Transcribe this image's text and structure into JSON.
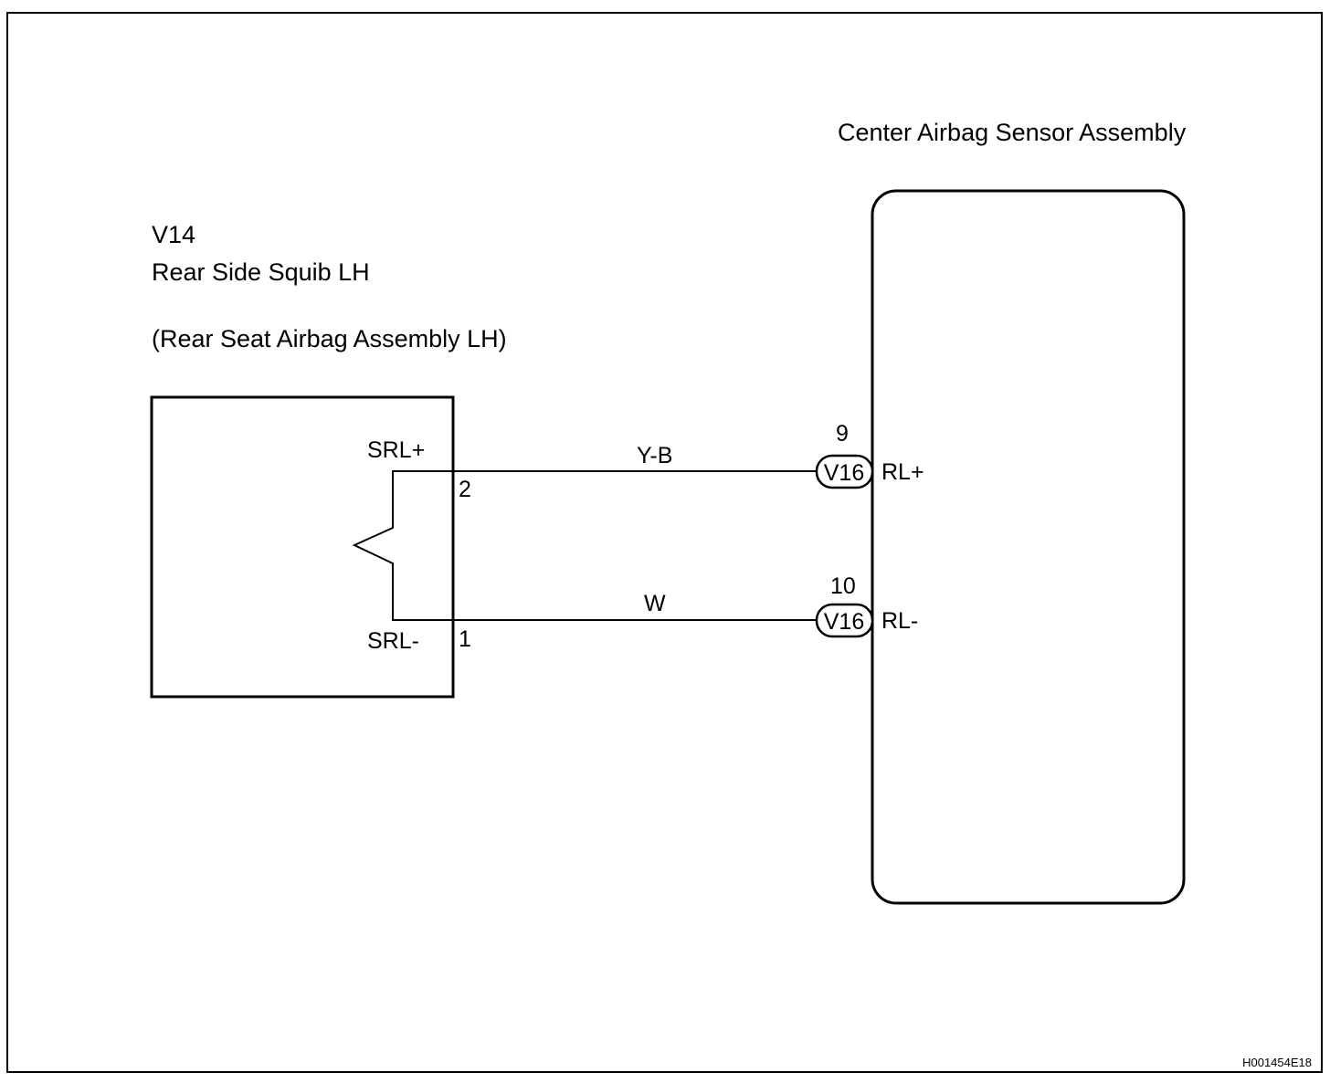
{
  "colors": {
    "ink": "#000000",
    "paper": "#ffffff"
  },
  "squib": {
    "code": "V14",
    "name": "Rear Side Squib LH",
    "assembly": "(Rear Seat Airbag Assembly LH)",
    "pins": {
      "positive": {
        "label": "SRL+",
        "number": "2"
      },
      "negative": {
        "label": "SRL-",
        "number": "1"
      }
    },
    "element_icon": "squib-zigzag-icon"
  },
  "sensor": {
    "name": "Center Airbag Sensor Assembly",
    "pins": {
      "positive": {
        "label": "RL+",
        "number": "9",
        "connector": "V16"
      },
      "negative": {
        "label": "RL-",
        "number": "10",
        "connector": "V16"
      }
    }
  },
  "wires": [
    {
      "color_code": "Y-B",
      "from": "SRL+",
      "to": "RL+"
    },
    {
      "color_code": "W",
      "from": "SRL-",
      "to": "RL-"
    }
  ],
  "figure_code": "H001454E18"
}
